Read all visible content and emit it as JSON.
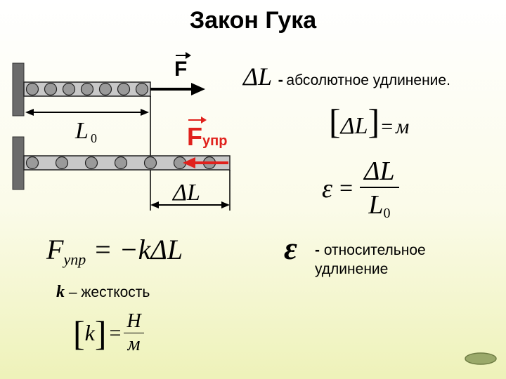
{
  "slide": {
    "title": "Закон Гука",
    "force_label": "F",
    "elastic_force_label": "F",
    "elastic_force_sub": "упр",
    "delta_L": "ΔL",
    "abs_dash": "-",
    "abs_desc": "абсолютное удлинение.",
    "unit_m": "м",
    "eq_sign": "=",
    "epsilon": "ε",
    "L": "L",
    "L0_sub": "0",
    "rel_dash": "-",
    "rel_desc_line1": "относительное",
    "rel_desc_line2": "удлинение",
    "hooke_F": "F",
    "hooke_sub": "упр",
    "hooke_rhs": "= −kΔL",
    "k_symbol": "k",
    "k_desc": " – жесткость",
    "unit_N": "Н",
    "unit_m2": "м"
  },
  "colors": {
    "spring_fill": "#c8c8c8",
    "wall": "#6b6b6b",
    "force_red": "#e0211c"
  }
}
